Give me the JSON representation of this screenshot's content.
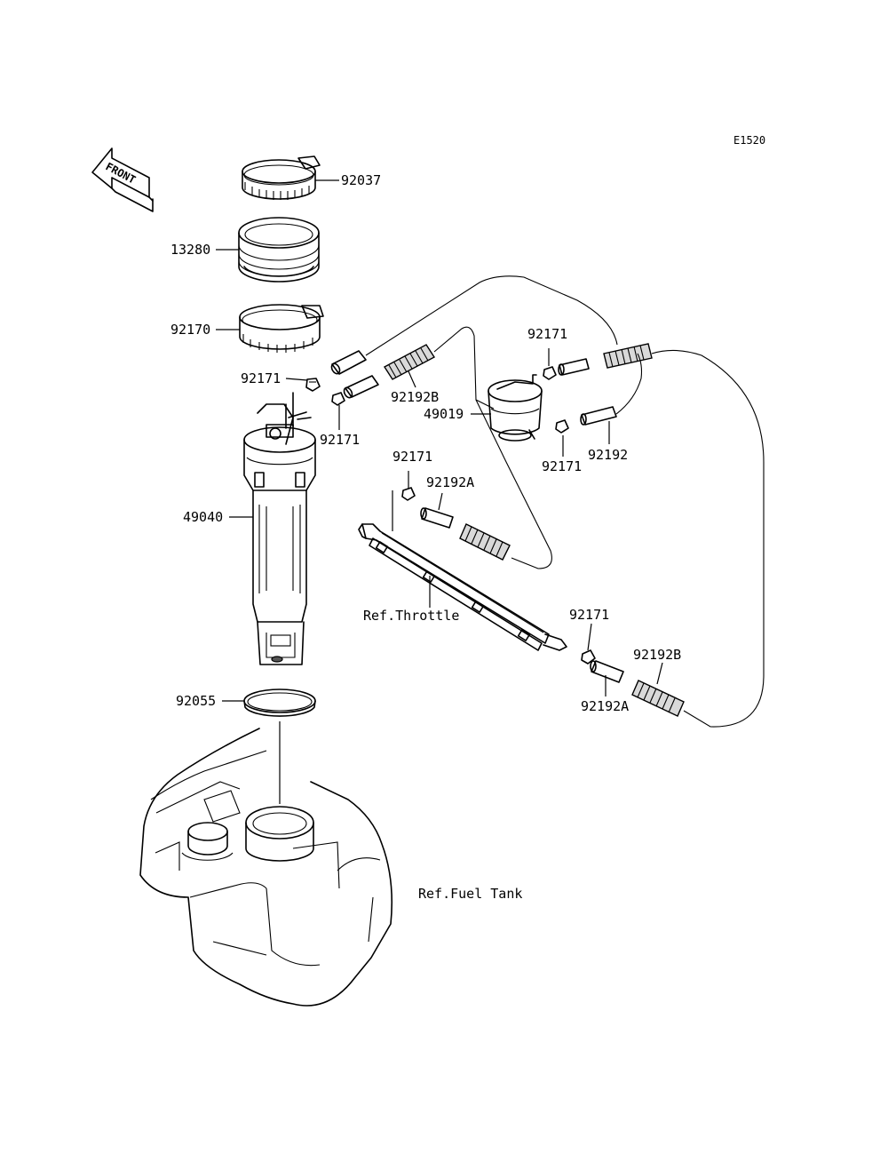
{
  "diagram_code": "E1520",
  "front_label": "FRONT",
  "labels": {
    "clamp_top": "92037",
    "coupler": "13280",
    "clamp_lower": "92170",
    "clip_left": "92171",
    "tube_b_upper": "92192B",
    "clip_left_lower": "92171",
    "fuel_filter": "49019",
    "clip_filter_top": "92171",
    "clip_filter_bottom": "92171",
    "tube_filter": "92192",
    "clip_mid": "92171",
    "tube_a_mid": "92192A",
    "fuel_pump": "49040",
    "ref_throttle": "Ref.Throttle",
    "clip_rail": "92171",
    "tube_b_lower": "92192B",
    "tube_a_lower": "92192A",
    "o_ring": "92055",
    "ref_fuel_tank": "Ref.Fuel Tank"
  }
}
